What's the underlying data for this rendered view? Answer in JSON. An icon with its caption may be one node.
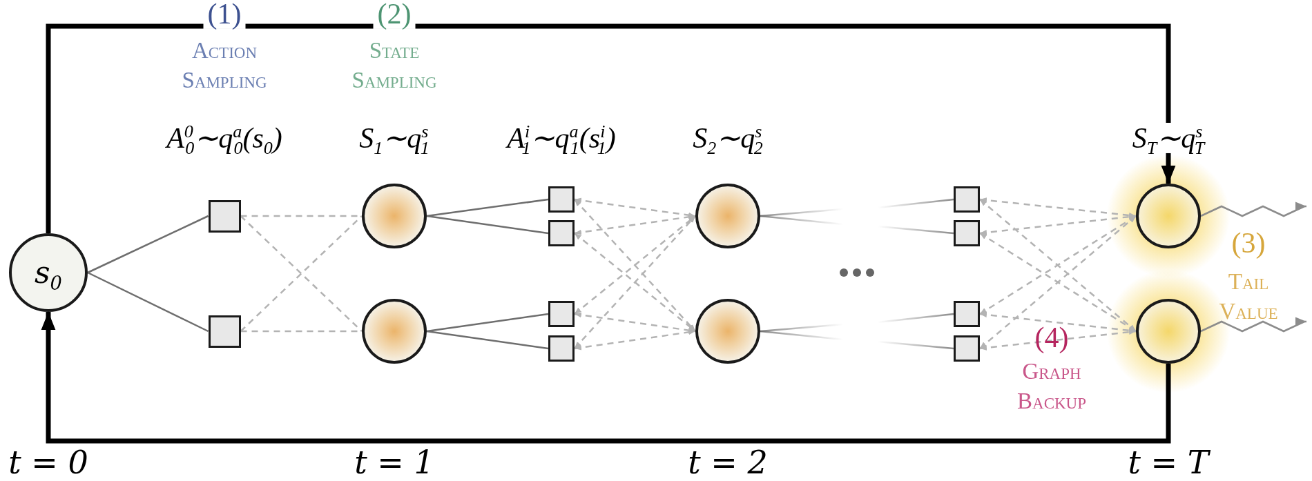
{
  "diagram": {
    "nodes": [
      {
        "text": [
          "s$_{0}$"
        ]
      },
      {
        "text": [],
        "shape": "box"
      },
      {
        "text": [],
        "shape": "box"
      },
      {
        "text": [],
        "shape": "circle"
      },
      {
        "text": [],
        "shape": "circle"
      },
      {
        "text": [],
        "shape": "box"
      },
      {
        "text": [],
        "shape": "box"
      },
      {
        "text": [],
        "shape": "box"
      },
      {
        "text": [],
        "shape": "box"
      },
      {
        "text": [],
        "shape": "circle"
      },
      {
        "text": [],
        "shape": "circle"
      },
      {
        "text": [],
        "shape": "box"
      },
      {
        "text": [],
        "shape": "box"
      },
      {
        "text": [],
        "shape": "box"
      },
      {
        "text": [],
        "shape": "box"
      },
      {
        "text": [],
        "shape": "circle"
      },
      {
        "text": [],
        "shape": "circle"
      }
    ],
    "edges": [
      {
        "from": 0,
        "to": 1,
        "arrow": "none"
      },
      {
        "from": 0,
        "to": 2,
        "arrow": "none"
      },
      {
        "from": 1,
        "to": 3,
        "arrow": "none",
        "style": "dashed"
      },
      {
        "from": 1,
        "to": 4,
        "arrow": "none",
        "style": "dashed"
      },
      {
        "from": 2,
        "to": 3,
        "arrow": "none",
        "style": "dashed"
      },
      {
        "from": 2,
        "to": 4,
        "arrow": "none",
        "style": "dashed"
      },
      {
        "from": 3,
        "to": 5,
        "arrow": "none"
      },
      {
        "from": 3,
        "to": 6,
        "arrow": "none"
      },
      {
        "from": 4,
        "to": 7,
        "arrow": "none"
      },
      {
        "from": 4,
        "to": 8,
        "arrow": "none"
      },
      {
        "from": 5,
        "to": 9,
        "arrow": "both",
        "style": "dashed"
      },
      {
        "from": 5,
        "to": 10,
        "arrow": "both",
        "style": "dashed"
      },
      {
        "from": 6,
        "to": 9,
        "arrow": "both",
        "style": "dashed"
      },
      {
        "from": 6,
        "to": 10,
        "arrow": "both",
        "style": "dashed"
      },
      {
        "from": 7,
        "to": 9,
        "arrow": "both",
        "style": "dashed"
      },
      {
        "from": 7,
        "to": 10,
        "arrow": "both",
        "style": "dashed"
      },
      {
        "from": 8,
        "to": 9,
        "arrow": "both",
        "style": "dashed"
      },
      {
        "from": 8,
        "to": 10,
        "arrow": "both",
        "style": "dashed"
      },
      {
        "from": 9,
        "to": null,
        "arrow": "none"
      },
      {
        "from": 9,
        "to": null,
        "arrow": "none"
      },
      {
        "from": 10,
        "to": null,
        "arrow": "none"
      },
      {
        "from": 10,
        "to": null,
        "arrow": "none"
      },
      {
        "from": null,
        "to": 11,
        "arrow": "none"
      },
      {
        "from": null,
        "to": 12,
        "arrow": "none"
      },
      {
        "from": null,
        "to": 13,
        "arrow": "none"
      },
      {
        "from": null,
        "to": 14,
        "arrow": "none"
      },
      {
        "from": 11,
        "to": 15,
        "arrow": "both",
        "style": "dashed"
      },
      {
        "from": 11,
        "to": 16,
        "arrow": "both",
        "style": "dashed"
      },
      {
        "from": 12,
        "to": 15,
        "arrow": "both",
        "style": "dashed"
      },
      {
        "from": 12,
        "to": 16,
        "arrow": "both",
        "style": "dashed"
      },
      {
        "from": 13,
        "to": 15,
        "arrow": "both",
        "style": "dashed"
      },
      {
        "from": 13,
        "to": 16,
        "arrow": "both",
        "style": "dashed"
      },
      {
        "from": 14,
        "to": 15,
        "arrow": "both",
        "style": "dashed"
      },
      {
        "from": 14,
        "to": 16,
        "arrow": "both",
        "style": "dashed"
      },
      {
        "from": 15,
        "to": null,
        "arrow": "to",
        "color": "#8c8c8c"
      },
      {
        "from": 16,
        "to": null,
        "arrow": "to",
        "color": "#8c8c8c"
      },
      {
        "from": 0,
        "to": 15,
        "arrow": "to",
        "style": "thick",
        "color": "#000000"
      },
      {
        "from": 16,
        "to": 0,
        "arrow": "to",
        "style": "thick",
        "color": "#000000"
      }
    ],
    "labels": [
      "(1)",
      "Action Sampling",
      "(2)",
      "State Sampling",
      "A$^{0}$$_{0}$∼q$^{a}$$_{0}$(s$_{0}$)",
      "S$_{1}$∼q$^{s}$$_{1}$",
      "A$^{i}$$_{1}$∼q$^{a}$$_{1}$(s$^{i}$$_{1}$)",
      "S$_{2}$∼q$^{s}$$_{2}$",
      "S$_{T}$∼q$^{s}$$_{T}$",
      "(3)",
      "Tail Value",
      "(4)",
      "Graph Backup",
      "t = 0",
      "t = 1",
      "t = 2",
      "t = T"
    ]
  }
}
